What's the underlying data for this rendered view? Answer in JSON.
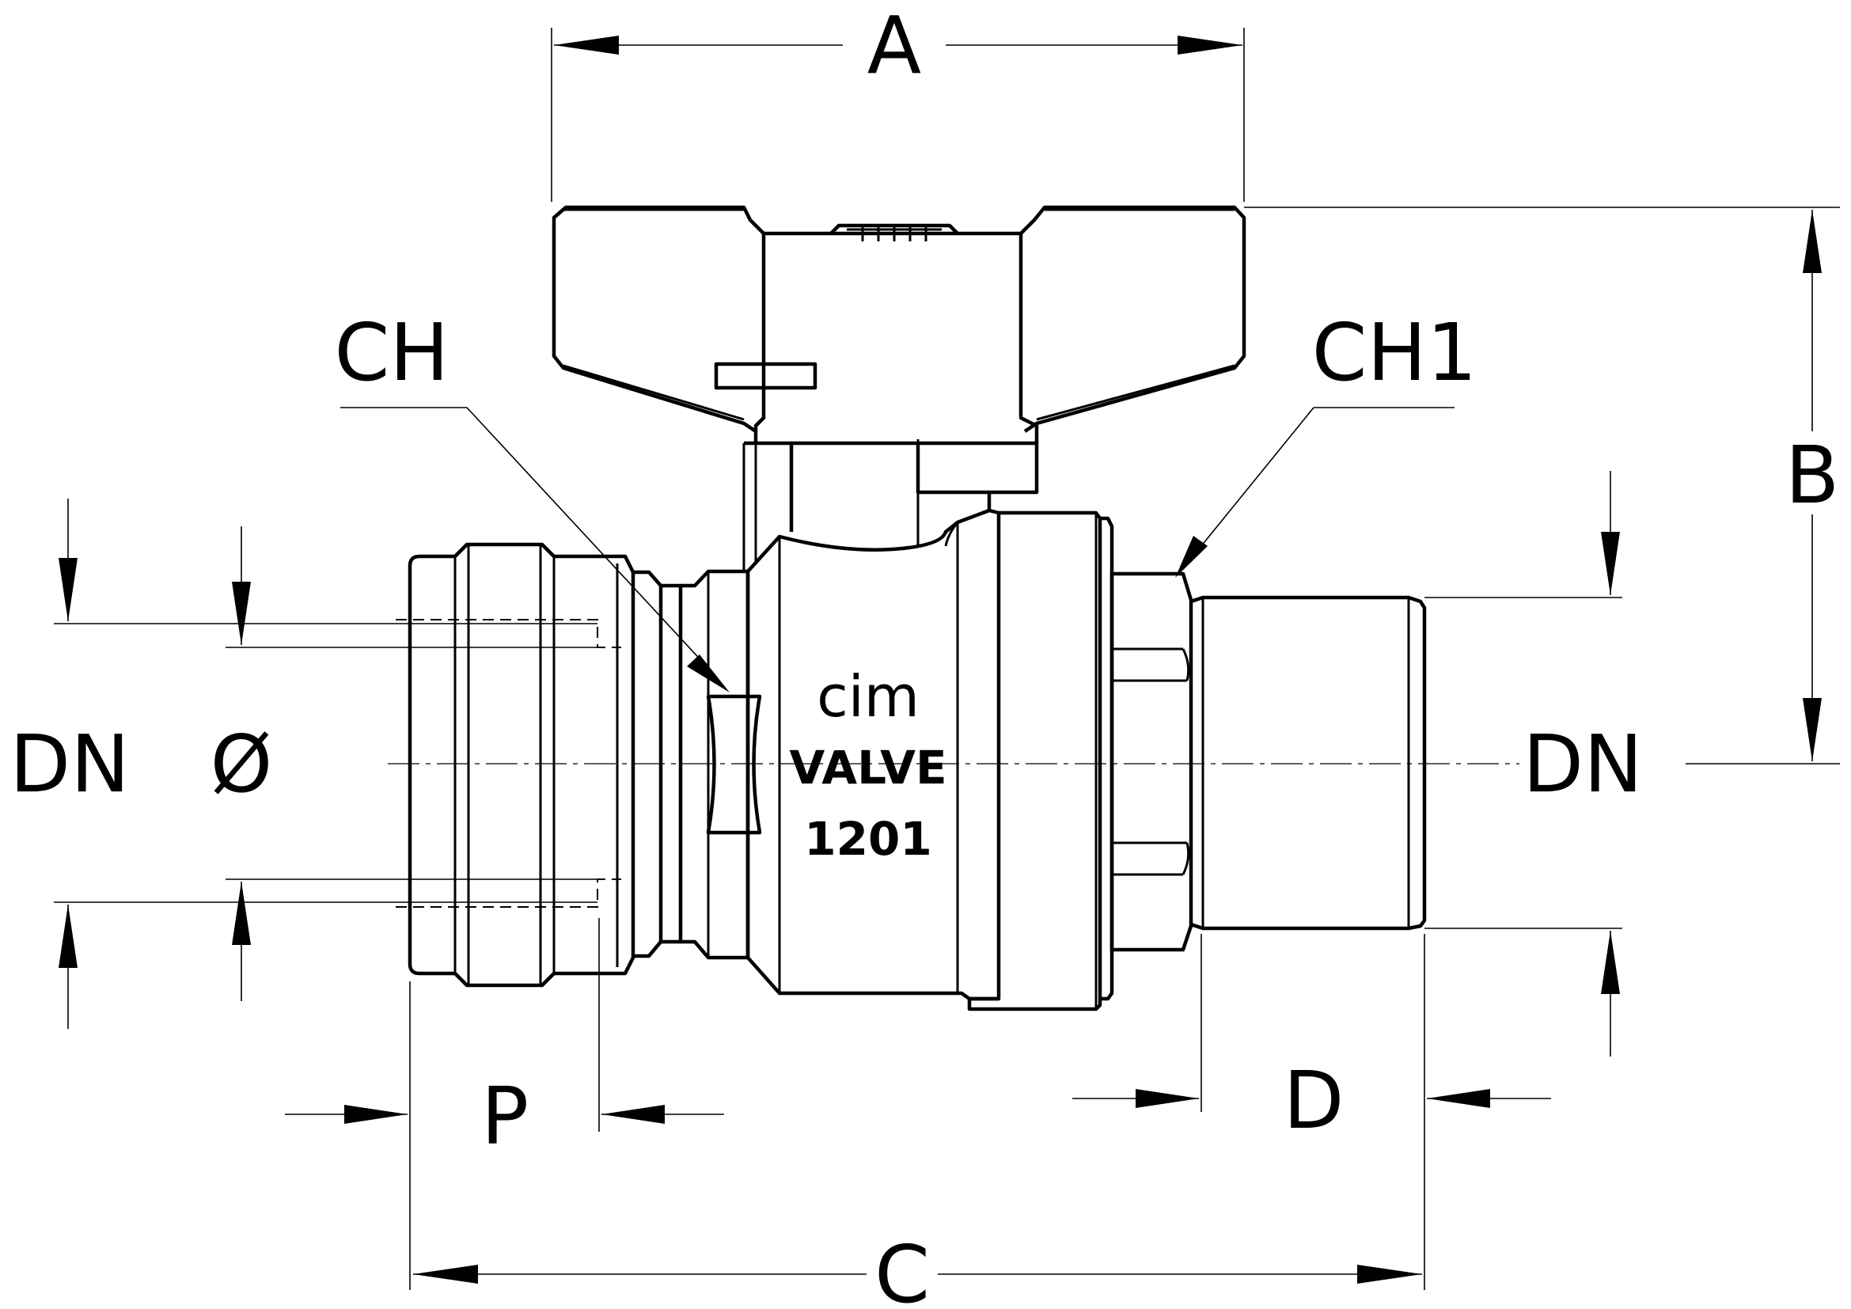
{
  "dimensions": {
    "A": "A",
    "B": "B",
    "C": "C",
    "D": "D",
    "P": "P",
    "DN_left": "DN",
    "diameter": "Ø",
    "DN_right": "DN"
  },
  "callouts": {
    "CH": "CH",
    "CH1": "CH1"
  },
  "markings": {
    "brand": "cim",
    "line2": "VALVE",
    "model": "1201"
  }
}
